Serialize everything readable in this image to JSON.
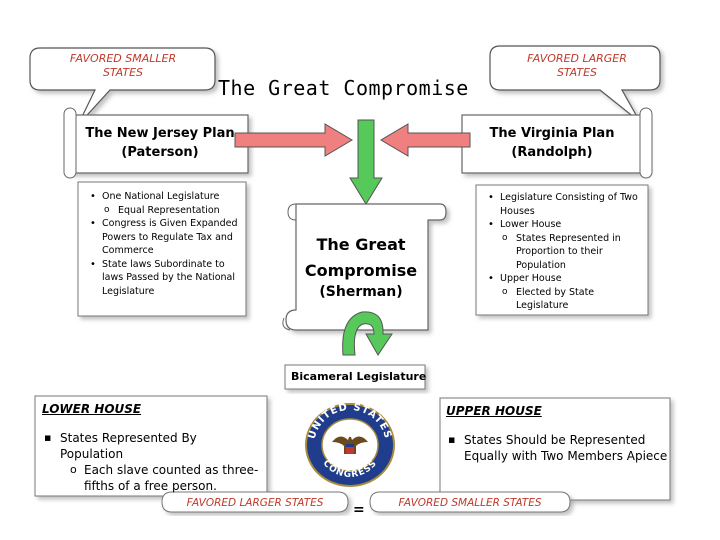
{
  "title": "The Great Compromise",
  "bubble_top_left": [
    "FAVORED SMALLER",
    "STATES"
  ],
  "bubble_top_right": [
    "FAVORED LARGER",
    "STATES"
  ],
  "nj_plan": {
    "title": "The New Jersey Plan",
    "author": "(Paterson)",
    "bullets": [
      {
        "level": 1,
        "text": "One National Legislature"
      },
      {
        "level": 2,
        "text": "Equal Representation"
      },
      {
        "level": 1,
        "text": "Congress is Given Expanded Powers to Regulate Tax and Commerce"
      },
      {
        "level": 1,
        "text": "State laws Subordinate to laws Passed by the National Legislature"
      }
    ]
  },
  "va_plan": {
    "title": "The Virginia Plan",
    "author": "(Randolph)",
    "bullets": [
      {
        "level": 1,
        "text": "Legislature Consisting of Two Houses"
      },
      {
        "level": 1,
        "text": "Lower House"
      },
      {
        "level": 2,
        "text": "States Represented in Proportion to their Population"
      },
      {
        "level": 1,
        "text": "Upper House"
      },
      {
        "level": 2,
        "text": "Elected by State Legislature"
      }
    ]
  },
  "compromise": {
    "title_lines": [
      "The Great",
      "Compromise"
    ],
    "author": "(Sherman)"
  },
  "bicameral_label": "Bicameral Legislature",
  "lower_house": {
    "heading": "LOWER HOUSE",
    "item": "States Represented By Population",
    "sub": [
      "Each slave counted as three-",
      "fifths of a free person."
    ]
  },
  "upper_house": {
    "heading": "UPPER HOUSE",
    "item_lines": [
      "States Should be Represented",
      "Equally with Two Members Apiece"
    ]
  },
  "seal": {
    "top_text": "UNITED STATES",
    "bottom_text": "CONGRESS"
  },
  "bottom_left_bubble": "FAVORED LARGER STATES",
  "bottom_right_bubble": "FAVORED SMALLER STATES",
  "equals": "=",
  "colors": {
    "bubble_text": "#c0392b",
    "arrow_red": "#f08080",
    "arrow_green": "#57c85a",
    "seal_blue": "#1f3d8c"
  }
}
